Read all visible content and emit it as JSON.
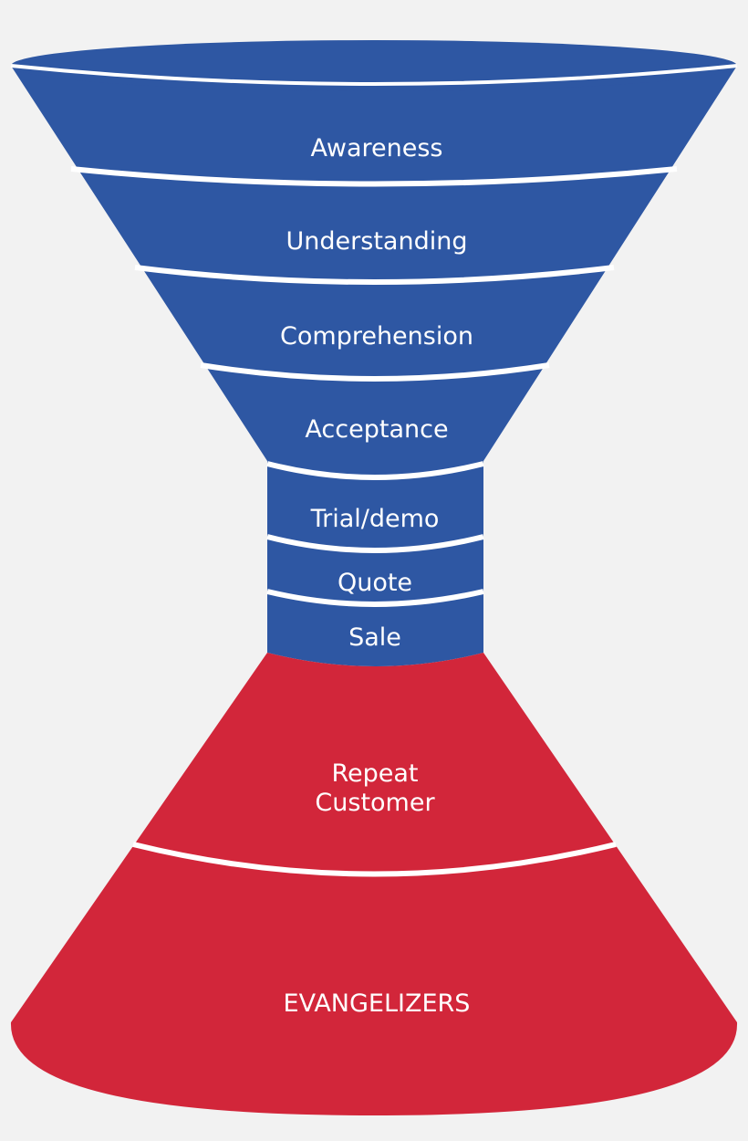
{
  "colors": {
    "top_funnel": "#2e57a3",
    "bottom_funnel": "#d2263a",
    "separator": "#ffffff",
    "background": "#f2f2f2"
  },
  "stages": [
    {
      "label": "Awareness"
    },
    {
      "label": "Understanding"
    },
    {
      "label": "Comprehension"
    },
    {
      "label": "Acceptance"
    },
    {
      "label": "Trial/demo"
    },
    {
      "label": "Quote"
    },
    {
      "label": "Sale"
    },
    {
      "label_line1": "Repeat",
      "label_line2": "Customer"
    },
    {
      "label": "EVANGELIZERS"
    }
  ]
}
